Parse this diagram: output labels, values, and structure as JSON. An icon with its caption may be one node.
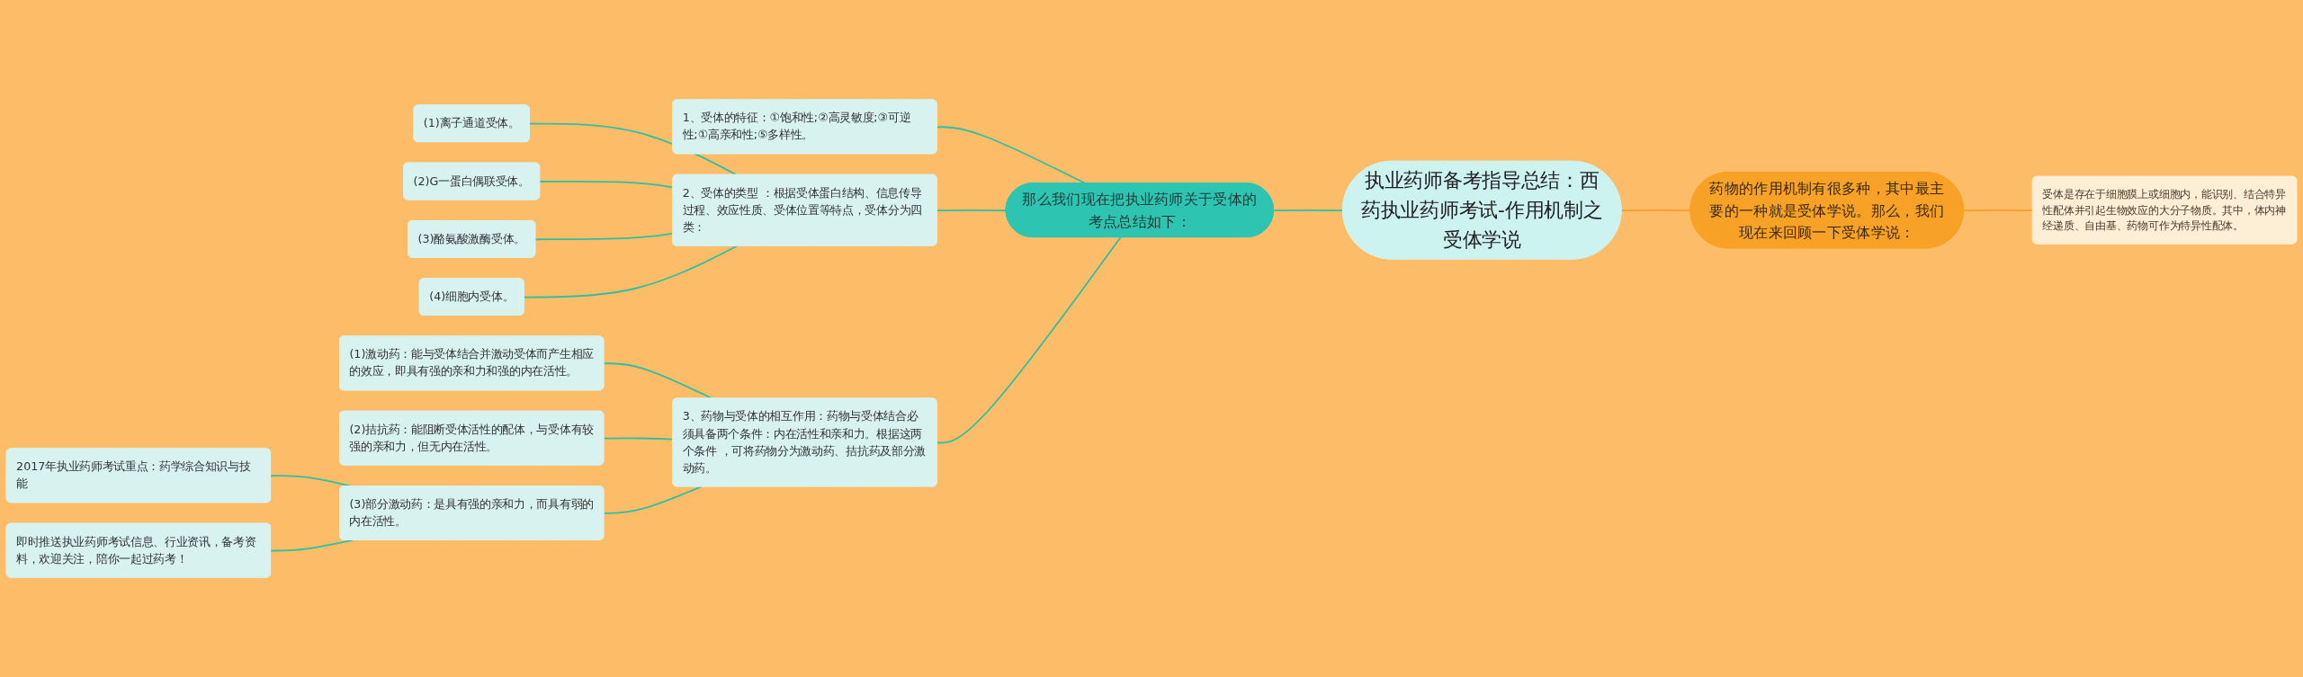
{
  "diagram": {
    "nodes": [
      {
        "text": [
          "执业药师备考指导总结：西药执业药师考试-作用机制之受体学说"
        ]
      },
      {
        "text": [
          "那么我们现在把执业药师关于受体的考点总结如下："
        ]
      },
      {
        "text": [
          "1、受体的特征：①饱和性;②高灵敏度;③可逆性;①高亲和性;⑤多样性。"
        ]
      },
      {
        "text": [
          "2、受体的类型 ：根据受体蛋白结构、信息传导过程、效应性质、受体位置等特点，受体分为四类："
        ]
      },
      {
        "text": [
          "(1)离子通道受体。"
        ]
      },
      {
        "text": [
          "(2)G一蛋白偶联受体。"
        ]
      },
      {
        "text": [
          "(3)酪氨酸激酶受体。"
        ]
      },
      {
        "text": [
          "(4)细胞内受体。"
        ]
      },
      {
        "text": [
          "3、药物与受体的相互作用：药物与受体结合必须具备两个条件：内在活性和亲和力。根据这两个条件 ，可将药物分为激动药、拮抗药及部分激动药。"
        ]
      },
      {
        "text": [
          "(1)激动药：能与受体结合并激动受体而产生相应的效应，即具有强的亲和力和强的内在活性。"
        ]
      },
      {
        "text": [
          "(2)拮抗药：能阻断受体活性的配体，与受体有较强的亲和力，但无内在活性。"
        ]
      },
      {
        "text": [
          "(3)部分激动药：是具有强的亲和力，而具有弱的内在活性。"
        ]
      },
      {
        "text": [
          "2017年执业药师考试重点：药学综合知识与技能"
        ]
      },
      {
        "text": [
          "即时推送执业药师考试信息、行业资讯，备考资料，欢迎关注，陪你一起过药考！"
        ]
      },
      {
        "text": [
          "药物的作用机制有很多种，其中最主要的一种就是受体学说。那么，我们现在来回顾一下受体学说："
        ]
      },
      {
        "text": [
          "受体是存在于细胞膜上或细胞内，能识别、结合特异性配体并引起生物效应的大分子物质。其中，体内神经递质、自由基、药物可作为特异性配体。"
        ]
      }
    ],
    "edges": [
      {
        "from": 0,
        "to": 1,
        "arrow": "none"
      },
      {
        "from": 1,
        "to": 2,
        "arrow": "none"
      },
      {
        "from": 1,
        "to": 3,
        "arrow": "none"
      },
      {
        "from": 3,
        "to": 4,
        "arrow": "none"
      },
      {
        "from": 3,
        "to": 5,
        "arrow": "none"
      },
      {
        "from": 3,
        "to": 6,
        "arrow": "none"
      },
      {
        "from": 3,
        "to": 7,
        "arrow": "none"
      },
      {
        "from": 1,
        "to": 8,
        "arrow": "none"
      },
      {
        "from": 8,
        "to": 9,
        "arrow": "none"
      },
      {
        "from": 8,
        "to": 10,
        "arrow": "none"
      },
      {
        "from": 8,
        "to": 11,
        "arrow": "none"
      },
      {
        "from": 11,
        "to": 12,
        "arrow": "none"
      },
      {
        "from": 11,
        "to": 13,
        "arrow": "none"
      },
      {
        "from": 14,
        "to": 0,
        "arrow": "none",
        "color": "#f5a020"
      },
      {
        "from": 15,
        "to": 14,
        "arrow": "none",
        "color": "#f5a020"
      }
    ]
  }
}
